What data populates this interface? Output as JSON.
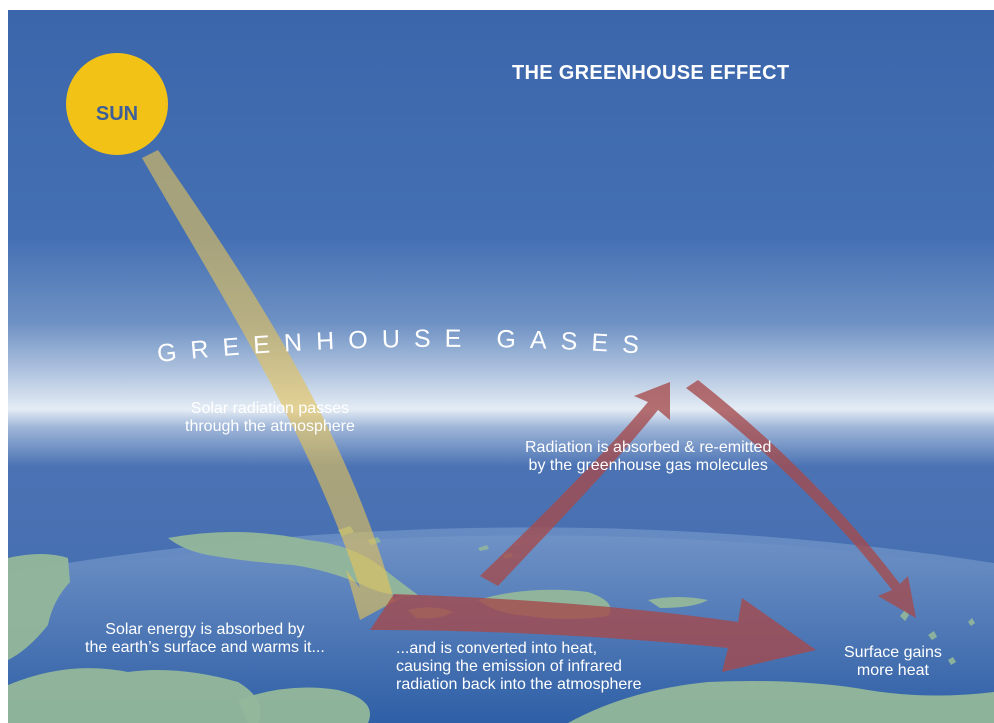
{
  "title": "THE GREENHOUSE EFFECT",
  "sun": {
    "label": "SUN"
  },
  "atmosphere": {
    "label": "GREENHOUSE GASES"
  },
  "captions": {
    "solar_radiation": [
      "Solar radiation passes",
      "through the atmosphere"
    ],
    "absorbed_reemitted": [
      "Radiation is absorbed & re-emitted",
      "by the greenhouse gas molecules"
    ],
    "solar_energy": [
      "Solar energy is absorbed by",
      "the earth’s surface and warms it..."
    ],
    "converted_heat": [
      "...and is converted into heat,",
      "causing the emission of infrared",
      "radiation back into the atmosphere"
    ],
    "surface_gains": [
      "Surface gains",
      "more heat"
    ]
  },
  "colors": {
    "sky": "#3f6aad",
    "atmosphere_glow": "#dfe8f2",
    "ocean": "#2f5fa6",
    "land": "#93b79a",
    "sun": "#f2c316",
    "solar_arrow": "#e3c25a",
    "heat_arrow": "#a54a4c"
  }
}
